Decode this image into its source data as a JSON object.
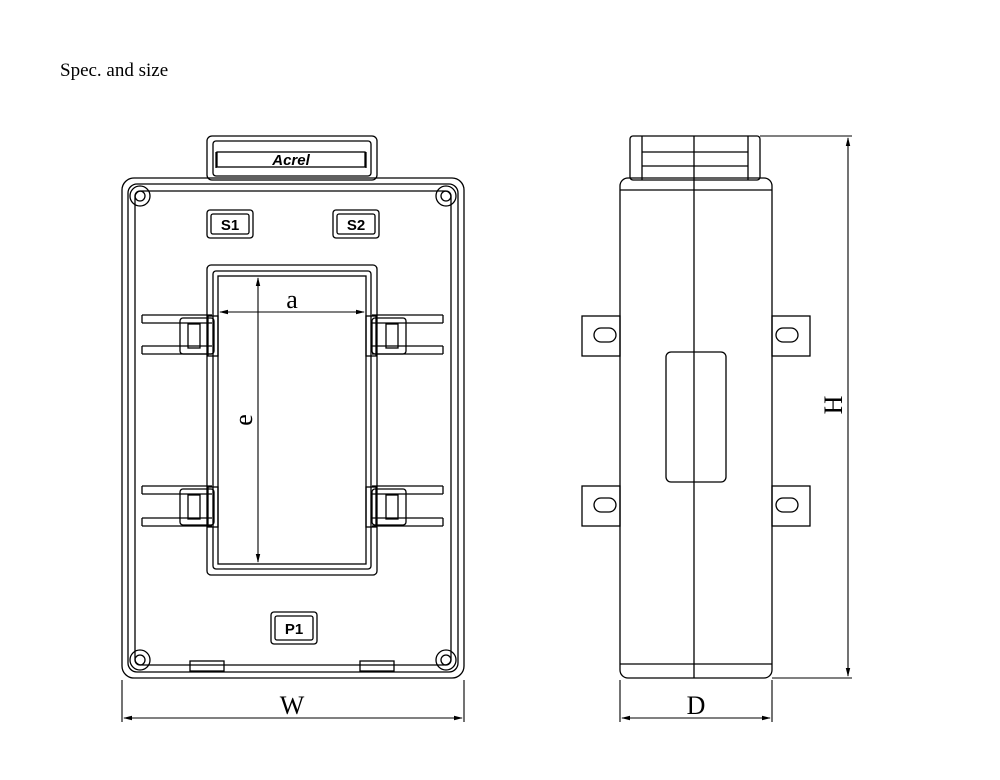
{
  "title": "Spec. and size",
  "front_view": {
    "brand": "Acrel",
    "terminal_s1": "S1",
    "terminal_s2": "S2",
    "terminal_p1": "P1",
    "dim_width": "W",
    "dim_window_width": "a",
    "dim_window_height": "e"
  },
  "side_view": {
    "dim_height": "H",
    "dim_depth": "D"
  }
}
